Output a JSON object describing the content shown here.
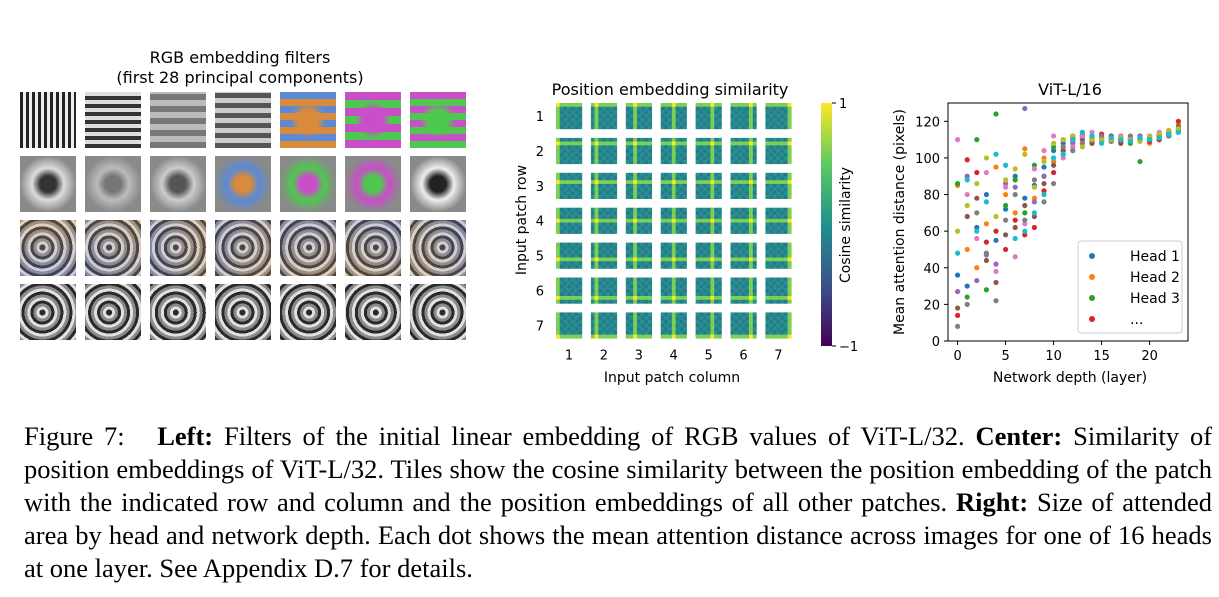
{
  "left_panel": {
    "title_line1": "RGB embedding filters",
    "title_line2": "(first 28 principal components)",
    "rows": 4,
    "cols": 7
  },
  "center_panel": {
    "title": "Position embedding similarity",
    "xlabel": "Input patch column",
    "ylabel": "Input patch row",
    "row_ticks": [
      "1",
      "2",
      "3",
      "4",
      "5",
      "6",
      "7"
    ],
    "col_ticks": [
      "1",
      "2",
      "3",
      "4",
      "5",
      "6",
      "7"
    ],
    "colorbar_label": "Cosine similarity",
    "colorbar_max": "1",
    "colorbar_min": "−1",
    "colors": {
      "high": "#fde725",
      "mid": "#21918c",
      "low": "#440154"
    }
  },
  "chart_data": {
    "type": "scatter",
    "title": "ViT-L/16",
    "xlabel": "Network depth (layer)",
    "ylabel": "Mean attention distance (pixels)",
    "xlim": [
      -1,
      24
    ],
    "ylim": [
      0,
      130
    ],
    "xticks": [
      "0",
      "5",
      "10",
      "15",
      "20"
    ],
    "yticks": [
      "0",
      "20",
      "40",
      "60",
      "80",
      "100",
      "120"
    ],
    "legend_position": "bottom-right",
    "legend": [
      "Head 1",
      "Head 2",
      "Head 3",
      "..."
    ],
    "series": [
      {
        "name": "Head 1",
        "color": "#1f77b4",
        "x": [
          0,
          1,
          2,
          3,
          4,
          5,
          6,
          7,
          8,
          9,
          10,
          11,
          12,
          13,
          14,
          15,
          16,
          17,
          18,
          19,
          20,
          21,
          22,
          23
        ],
        "y": [
          36,
          30,
          62,
          80,
          55,
          72,
          90,
          78,
          85,
          95,
          104,
          108,
          110,
          112,
          111,
          110,
          110,
          109,
          110,
          110,
          111,
          112,
          113,
          115
        ]
      },
      {
        "name": "Head 2",
        "color": "#ff7f0e",
        "x": [
          0,
          1,
          2,
          3,
          4,
          5,
          6,
          7,
          8,
          9,
          10,
          11,
          12,
          13,
          14,
          15,
          16,
          17,
          18,
          19,
          20,
          21,
          22,
          23
        ],
        "y": [
          85,
          50,
          40,
          64,
          95,
          80,
          70,
          105,
          78,
          100,
          98,
          106,
          109,
          113,
          108,
          111,
          109,
          112,
          110,
          111,
          108,
          113,
          115,
          118
        ]
      },
      {
        "name": "Head 3",
        "color": "#2ca02c",
        "x": [
          0,
          1,
          2,
          3,
          4,
          5,
          6,
          7,
          8,
          9,
          10,
          11,
          12,
          13,
          14,
          15,
          16,
          17,
          18,
          19,
          20,
          21,
          22,
          23
        ],
        "y": [
          86,
          24,
          110,
          28,
          124,
          74,
          88,
          70,
          96,
          90,
          106,
          104,
          111,
          108,
          112,
          109,
          110,
          111,
          108,
          98,
          110,
          110,
          112,
          114
        ]
      },
      {
        "name": "...",
        "color": "#d62728",
        "x": [
          0,
          1,
          2,
          3,
          4,
          5,
          6,
          7,
          8,
          9,
          10,
          11,
          12,
          13,
          14,
          15,
          16,
          17,
          18,
          19,
          20,
          21,
          22,
          23
        ],
        "y": [
          14,
          99,
          92,
          54,
          60,
          50,
          66,
          58,
          62,
          82,
          92,
          102,
          110,
          112,
          109,
          113,
          110,
          108,
          111,
          112,
          109,
          110,
          114,
          120
        ]
      },
      {
        "name": "",
        "color": "#9467bd",
        "x": [
          0,
          1,
          2,
          3,
          4,
          5,
          6,
          7,
          8,
          9,
          10,
          11,
          12,
          13,
          14,
          15,
          16,
          17,
          18,
          19,
          20,
          21,
          22,
          23
        ],
        "y": [
          27,
          90,
          33,
          47,
          42,
          86,
          84,
          127,
          76,
          90,
          100,
          110,
          108,
          114,
          110,
          112,
          111,
          110,
          109,
          112,
          111,
          113,
          112,
          116
        ]
      },
      {
        "name": "",
        "color": "#8c564b",
        "x": [
          0,
          1,
          2,
          3,
          4,
          5,
          6,
          7,
          8,
          9,
          10,
          11,
          12,
          13,
          14,
          15,
          16,
          17,
          18,
          19,
          20,
          21,
          22,
          23
        ],
        "y": [
          18,
          68,
          78,
          44,
          32,
          58,
          62,
          74,
          68,
          86,
          96,
          104,
          112,
          110,
          108,
          110,
          112,
          109,
          110,
          111,
          110,
          112,
          114,
          117
        ]
      },
      {
        "name": "",
        "color": "#e377c2",
        "x": [
          0,
          1,
          2,
          3,
          4,
          5,
          6,
          7,
          8,
          9,
          10,
          11,
          12,
          13,
          14,
          15,
          16,
          17,
          18,
          19,
          20,
          21,
          22,
          23
        ],
        "y": [
          110,
          80,
          56,
          92,
          38,
          84,
          46,
          64,
          94,
          104,
          112,
          100,
          106,
          112,
          114,
          109,
          110,
          112,
          111,
          110,
          112,
          114,
          113,
          114
        ]
      },
      {
        "name": "",
        "color": "#7f7f7f",
        "x": [
          0,
          1,
          2,
          3,
          4,
          5,
          6,
          7,
          8,
          9,
          10,
          11,
          12,
          13,
          14,
          15,
          16,
          17,
          18,
          19,
          20,
          21,
          22,
          23
        ],
        "y": [
          8,
          20,
          70,
          48,
          22,
          66,
          80,
          66,
          88,
          76,
          86,
          106,
          104,
          108,
          110,
          111,
          109,
          110,
          112,
          110,
          110,
          111,
          112,
          115
        ]
      },
      {
        "name": "",
        "color": "#bcbd22",
        "x": [
          0,
          1,
          2,
          3,
          4,
          5,
          6,
          7,
          8,
          9,
          10,
          11,
          12,
          13,
          14,
          15,
          16,
          17,
          18,
          19,
          20,
          21,
          22,
          23
        ],
        "y": [
          60,
          74,
          86,
          100,
          68,
          88,
          94,
          102,
          84,
          98,
          108,
          110,
          112,
          106,
          110,
          110,
          110,
          111,
          110,
          109,
          112,
          113,
          115,
          116
        ]
      },
      {
        "name": "",
        "color": "#17becf",
        "x": [
          0,
          1,
          2,
          3,
          4,
          5,
          6,
          7,
          8,
          9,
          10,
          11,
          12,
          13,
          14,
          15,
          16,
          17,
          18,
          19,
          20,
          21,
          22,
          23
        ],
        "y": [
          48,
          88,
          60,
          76,
          102,
          96,
          56,
          60,
          70,
          80,
          100,
          102,
          110,
          114,
          112,
          108,
          111,
          110,
          109,
          111,
          110,
          111,
          113,
          114
        ]
      }
    ]
  },
  "caption": {
    "fig_label": "Figure 7:",
    "left_head": "Left:",
    "left_text": "Filters of the initial linear embedding of RGB values of ViT-L/32.",
    "center_head": "Center:",
    "center_text": "Similarity of position embeddings of ViT-L/32. Tiles show the cosine similarity between the position embedding of the patch with the indicated row and column and the position embeddings of all other patches.",
    "right_head": "Right:",
    "right_text": "Size of attended area by head and network depth. Each dot shows the mean attention distance across images for one of 16 heads at one layer. See Appendix D.7 for details."
  }
}
